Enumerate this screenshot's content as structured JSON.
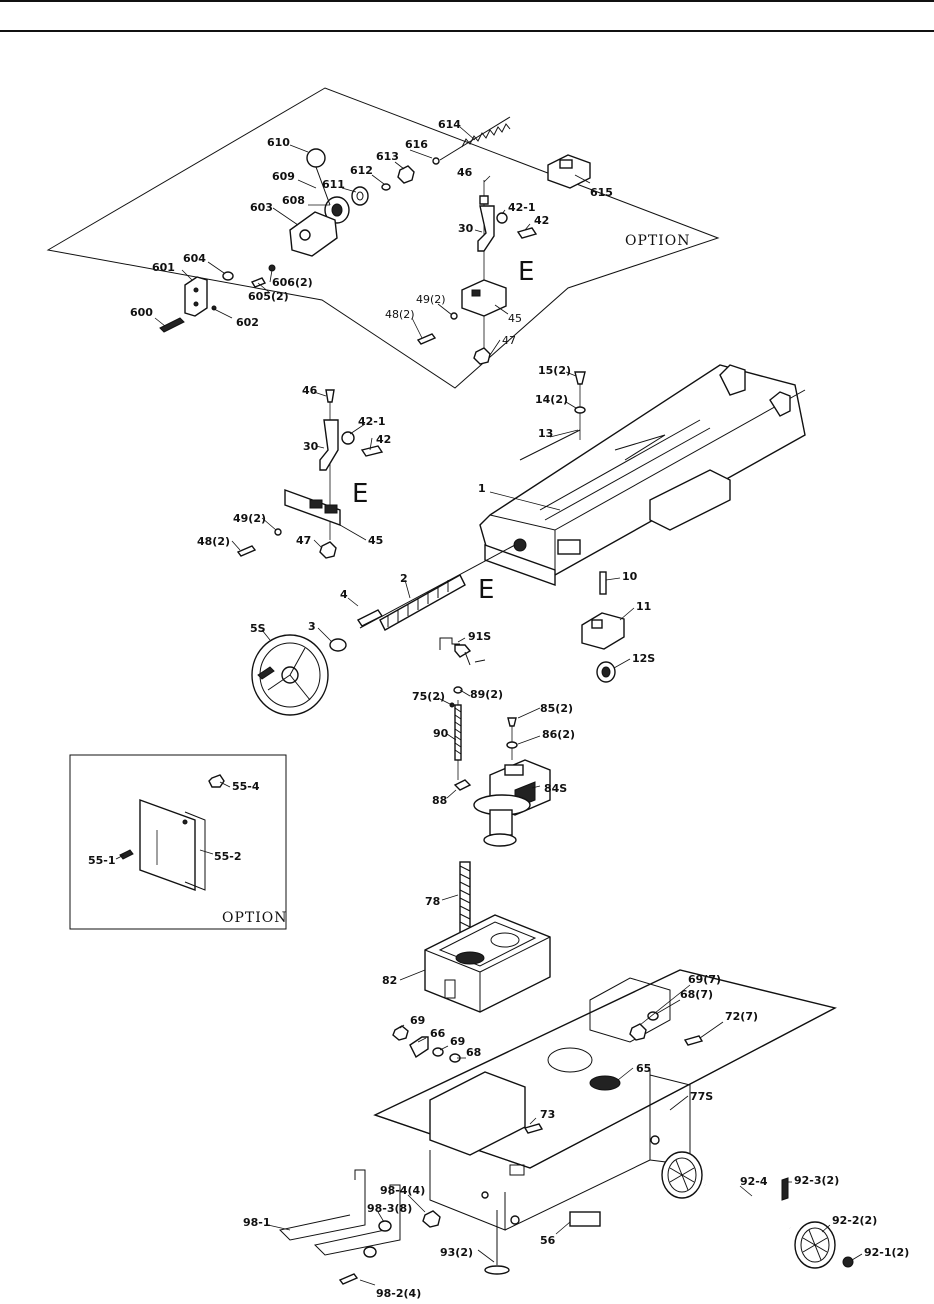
{
  "option_label_top": "OPTION",
  "option_label_inset": "OPTION",
  "assembly_letter": "E",
  "labels": {
    "p614": "614",
    "p610": "610",
    "p616": "616",
    "p613": "613",
    "p612": "612",
    "p609": "609",
    "p611": "611",
    "p603": "603",
    "p608": "608",
    "p46a": "46",
    "p615": "615",
    "p42_1a": "42-1",
    "p42a": "42",
    "p30a": "30",
    "p604": "604",
    "p601": "601",
    "p606": "606(2)",
    "p605": "605(2)",
    "p600": "600",
    "p602": "602",
    "p49a": "49(2)",
    "p48a": "48(2)",
    "p45a": "45",
    "p47a": "47",
    "p15": "15(2)",
    "p14": "14(2)",
    "p13": "13",
    "p1": "1",
    "p46b": "46",
    "p42_1b": "42-1",
    "p42b": "42",
    "p30b": "30",
    "p49b": "49(2)",
    "p48b": "48(2)",
    "p47b": "47",
    "p45b": "45",
    "p4": "4",
    "p2": "2",
    "p5s": "5S",
    "p3": "3",
    "p10": "10",
    "p11": "11",
    "p12s": "12S",
    "p91s": "91S",
    "p75": "75(2)",
    "p89": "89(2)",
    "p85": "85(2)",
    "p86": "86(2)",
    "p90": "90",
    "p88": "88",
    "p84s": "84S",
    "p55_4": "55-4",
    "p55_1": "55-1",
    "p55_2": "55-2",
    "p78": "78",
    "p82": "82",
    "p69_7": "69(7)",
    "p68_7": "68(7)",
    "p72": "72(7)",
    "p69a": "69",
    "p66": "66",
    "p69b": "69",
    "p68": "68",
    "p65": "65",
    "p77s": "77S",
    "p73": "73",
    "p92_4": "92-4",
    "p92_3": "92-3(2)",
    "p92_2": "92-2(2)",
    "p92_1": "92-1(2)",
    "p98_4": "98-4(4)",
    "p98_1": "98-1",
    "p98_3": "98-3(8)",
    "p56": "56",
    "p93": "93(2)",
    "p98_2": "98-2(4)"
  }
}
